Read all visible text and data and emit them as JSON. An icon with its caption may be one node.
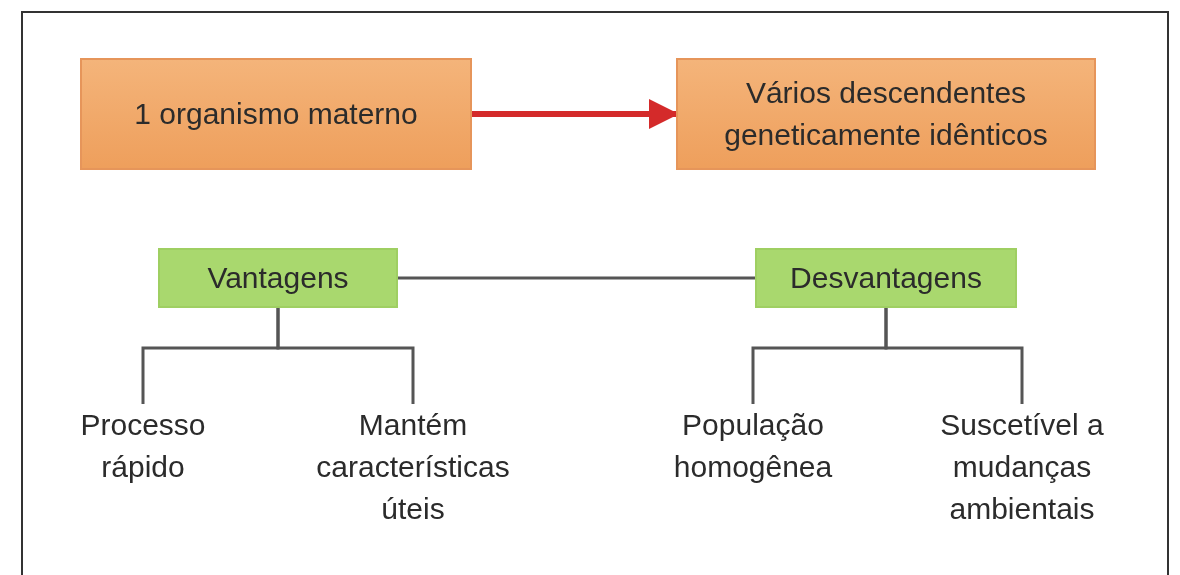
{
  "diagram": {
    "nodes": [
      {
        "text": [
          "1 organismo materno"
        ]
      },
      {
        "text": [
          "Vários descendentes geneticamente idênticos"
        ]
      },
      {
        "text": [
          "Vantagens"
        ]
      },
      {
        "text": [
          "Desvantagens"
        ]
      },
      {
        "text": [
          "Processo rápido"
        ]
      },
      {
        "text": [
          "Mantém características úteis"
        ]
      },
      {
        "text": [
          "População homogênea"
        ]
      },
      {
        "text": [
          "Suscetível a mudanças ambientais"
        ]
      }
    ],
    "edges": [
      {
        "from": 0,
        "to": 1,
        "arrow": "to",
        "style": "thick",
        "color": "#d42a2a"
      },
      {
        "from": 2,
        "to": 3,
        "arrow": "none"
      },
      {
        "from": 2,
        "to": 4,
        "arrow": "none"
      },
      {
        "from": 2,
        "to": 5,
        "arrow": "none"
      },
      {
        "from": 3,
        "to": 6,
        "arrow": "none"
      },
      {
        "from": 3,
        "to": 7,
        "arrow": "none"
      }
    ]
  }
}
